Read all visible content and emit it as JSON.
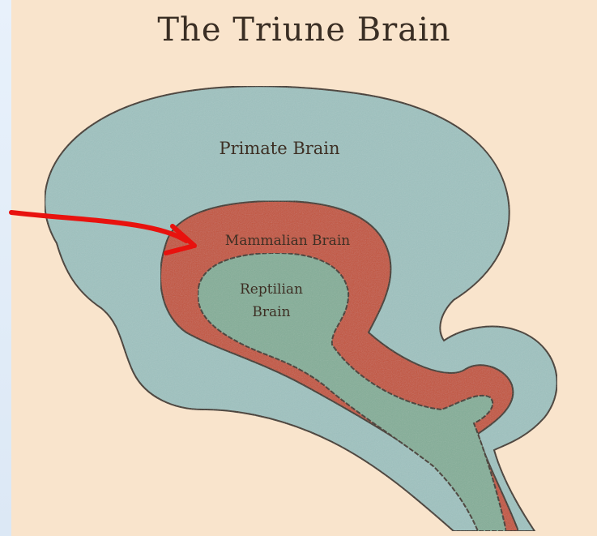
{
  "title": "The Triune Brain",
  "labels": {
    "primate": "Primate Brain",
    "mammalian": "Mammalian Brain",
    "reptilian_line1": "Reptilian",
    "reptilian_line2": "Brain"
  },
  "colors": {
    "background": "#f9e4cc",
    "primate": "#9fc2c0",
    "mammalian": "#c3533a",
    "reptilian": "#84ae98",
    "arrow": "#e8120e",
    "outline": "#3a2e24"
  }
}
